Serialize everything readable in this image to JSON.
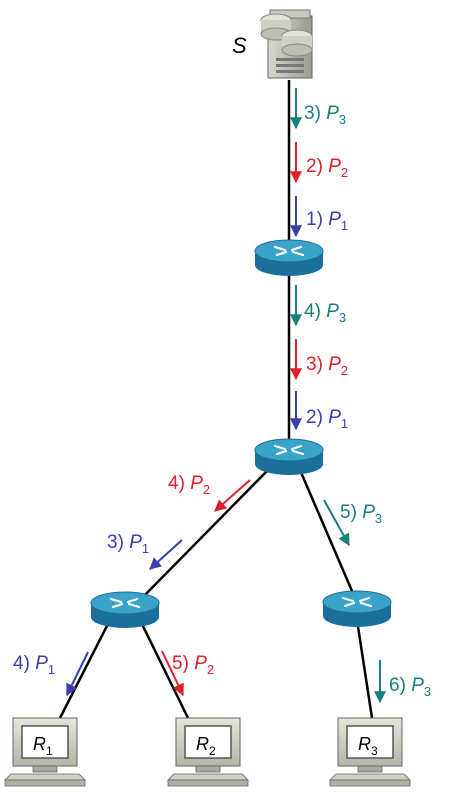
{
  "colors": {
    "blue": "#3a3ea8",
    "red": "#e0202a",
    "teal": "#17807c",
    "router_top": "#3aa3c9",
    "router_body": "#1b6f9a",
    "link": "#000000"
  },
  "nodes": {
    "source": "S",
    "receivers": [
      {
        "id": "R1",
        "base": "R",
        "sub": "1"
      },
      {
        "id": "R2",
        "base": "R",
        "sub": "2"
      },
      {
        "id": "R3",
        "base": "R",
        "sub": "3"
      }
    ]
  },
  "labels": [
    {
      "id": "s-p3",
      "num": "3)",
      "pkt": "P",
      "sub": "3",
      "color": "teal"
    },
    {
      "id": "s-p2",
      "num": "2)",
      "pkt": "P",
      "sub": "2",
      "color": "red"
    },
    {
      "id": "s-p1",
      "num": "1)",
      "pkt": "P",
      "sub": "1",
      "color": "blue"
    },
    {
      "id": "a-p3",
      "num": "4)",
      "pkt": "P",
      "sub": "3",
      "color": "teal"
    },
    {
      "id": "a-p2",
      "num": "3)",
      "pkt": "P",
      "sub": "2",
      "color": "red"
    },
    {
      "id": "a-p1",
      "num": "2)",
      "pkt": "P",
      "sub": "1",
      "color": "blue"
    },
    {
      "id": "b-p2",
      "num": "4)",
      "pkt": "P",
      "sub": "2",
      "color": "red"
    },
    {
      "id": "b-p3",
      "num": "5)",
      "pkt": "P",
      "sub": "3",
      "color": "teal"
    },
    {
      "id": "b-p1",
      "num": "3)",
      "pkt": "P",
      "sub": "1",
      "color": "blue"
    },
    {
      "id": "c-p1",
      "num": "4)",
      "pkt": "P",
      "sub": "1",
      "color": "blue"
    },
    {
      "id": "c-p2",
      "num": "5)",
      "pkt": "P",
      "sub": "2",
      "color": "red"
    },
    {
      "id": "d-p3",
      "num": "6)",
      "pkt": "P",
      "sub": "3",
      "color": "teal"
    }
  ]
}
